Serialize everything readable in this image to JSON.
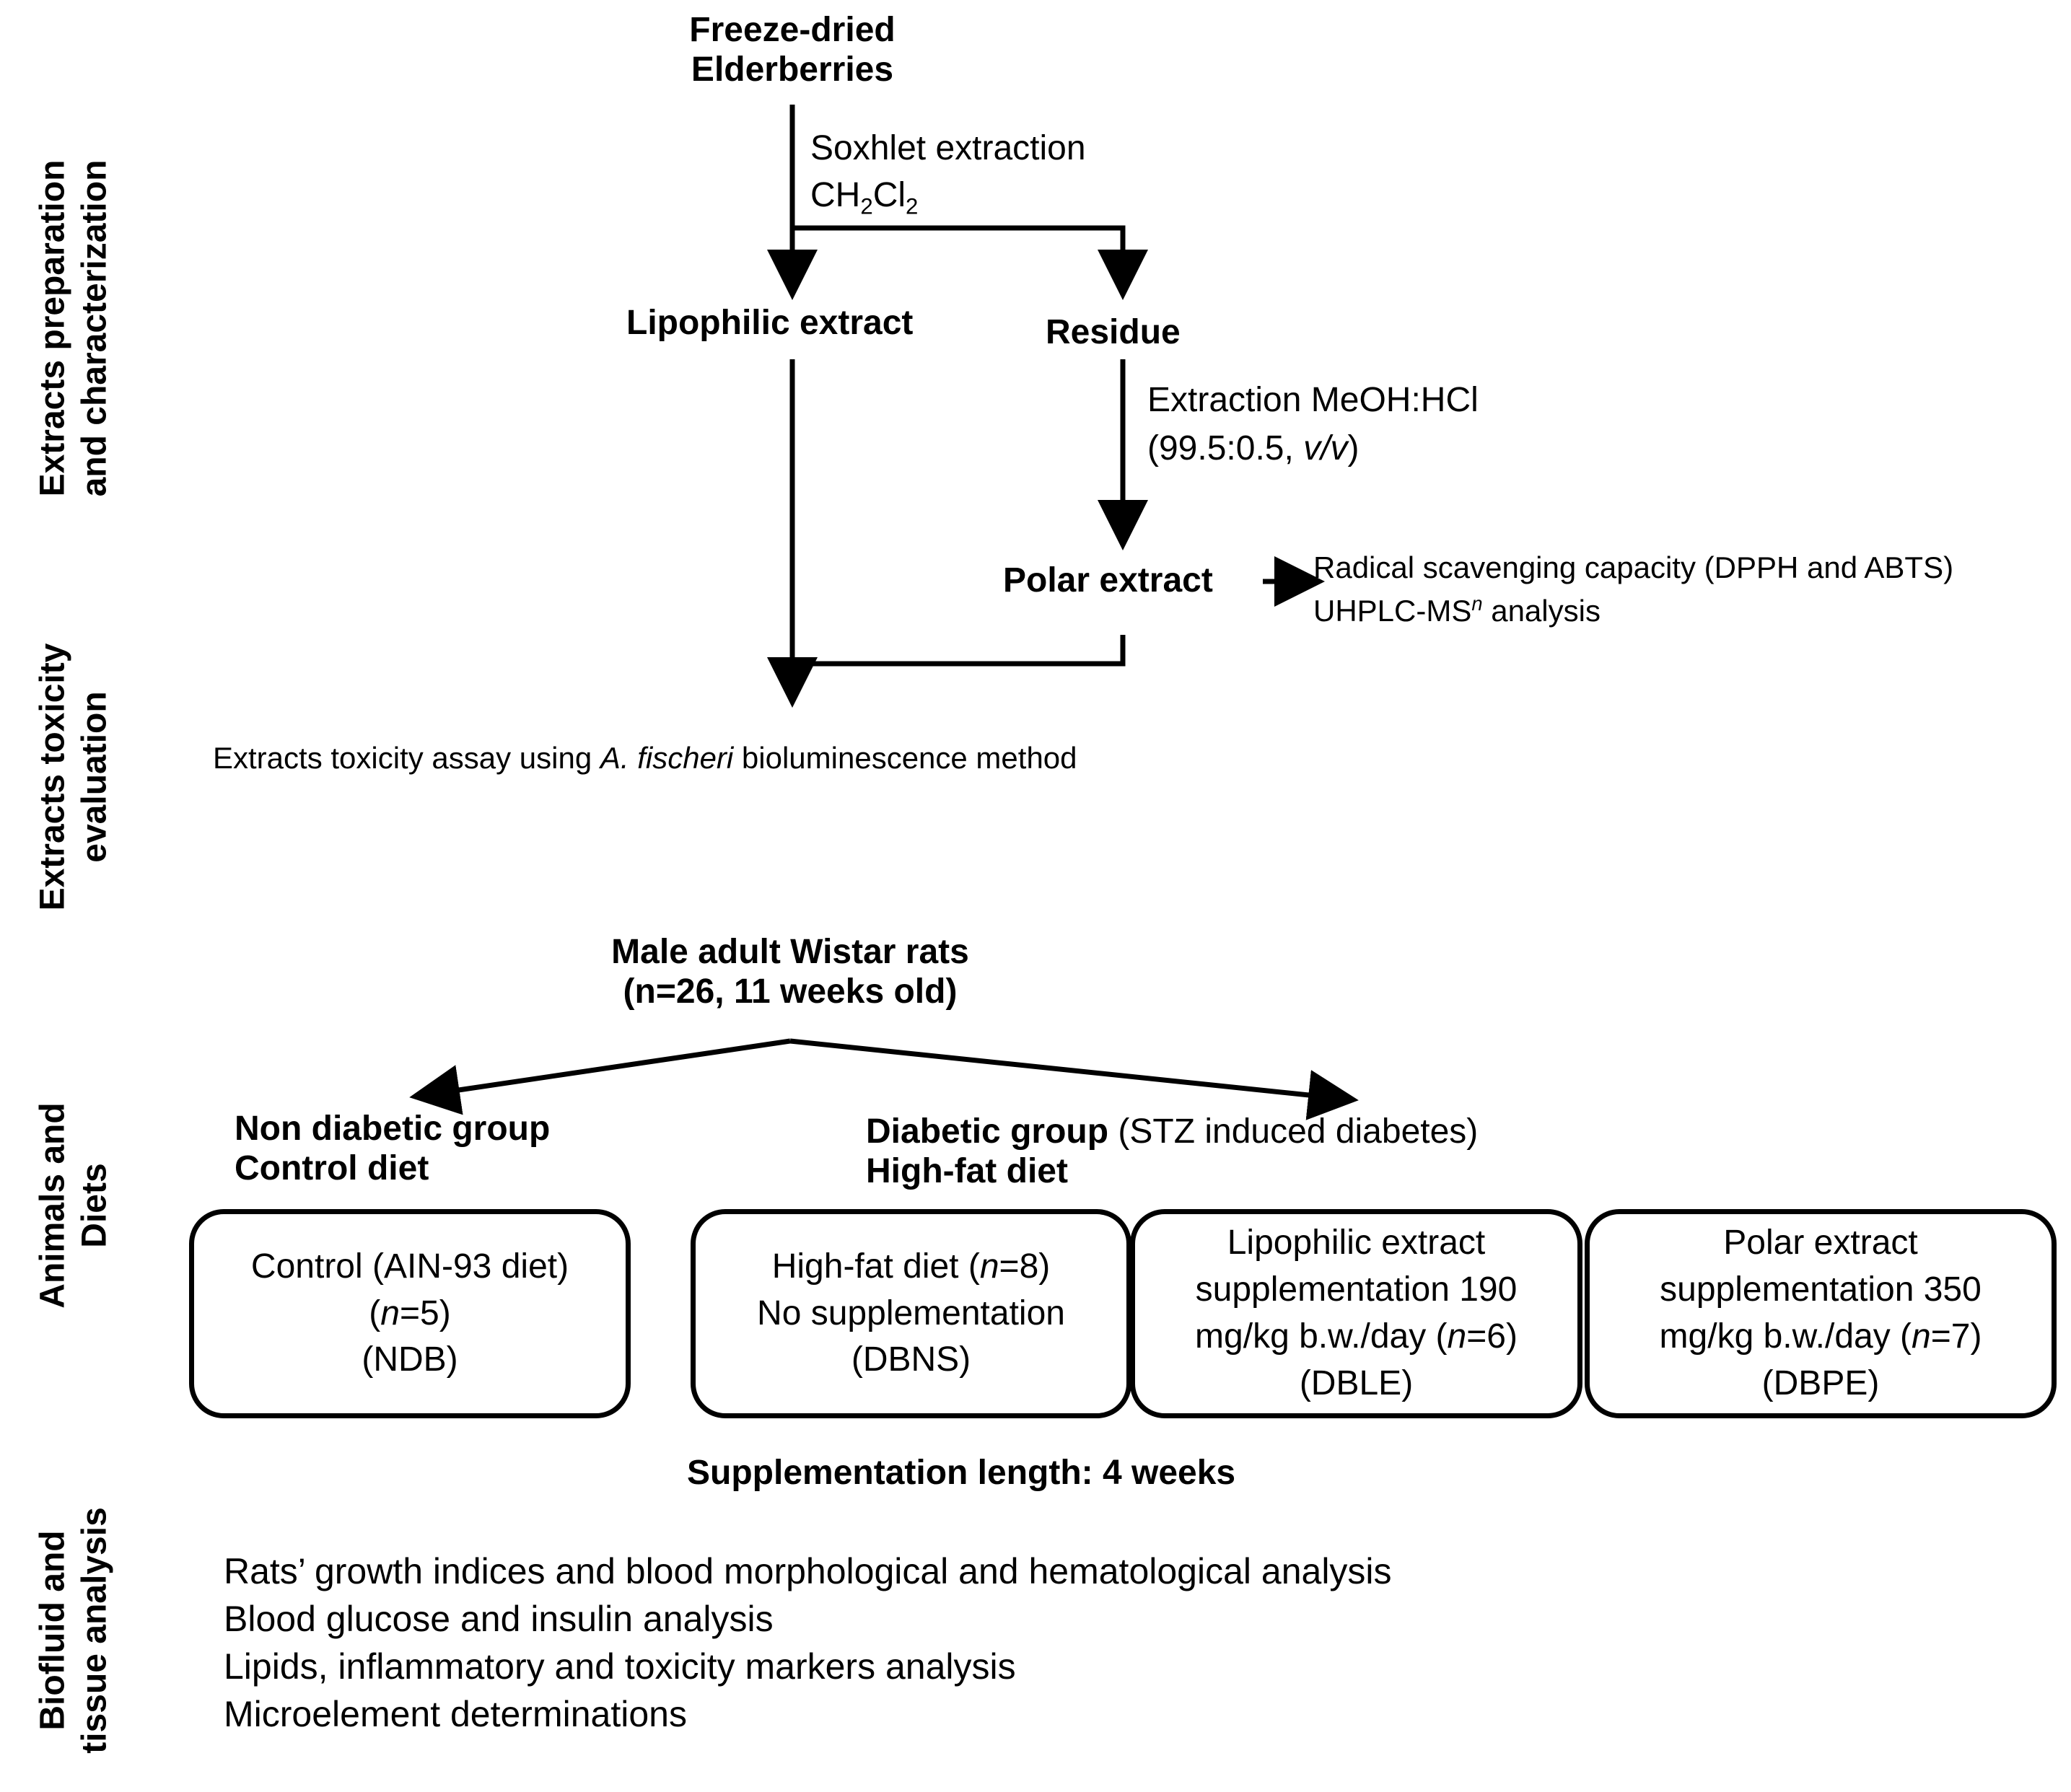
{
  "sections": [
    {
      "lines": [
        "Extracts preparation",
        "and characterization"
      ]
    },
    {
      "lines": [
        "Extracts toxicity",
        "evaluation"
      ]
    },
    {
      "lines": [
        "Animals and",
        "Diets"
      ]
    },
    {
      "lines": [
        "Biofluid and",
        "tissue analysis"
      ]
    }
  ],
  "extraction": {
    "source": [
      "Freeze-dried",
      "Elderberries"
    ],
    "step1_method": "Soxhlet extraction",
    "step1_solvent": {
      "base": "CH",
      "sub1": "2",
      "mid": "Cl",
      "sub2": "2"
    },
    "lipophilic": "Lipophilic extract",
    "residue": "Residue",
    "step2_method": "Extraction MeOH:HCl",
    "step2_ratio": {
      "pre": "(99.5:0.5, ",
      "italic": "v/v",
      "post": ")"
    },
    "polar": "Polar extract",
    "polar_analysis_1": "Radical scavenging capacity (DPPH and ABTS)",
    "polar_analysis_2": {
      "pre": "UHPLC-MS",
      "sup": "n",
      "post": " analysis"
    },
    "toxicity": {
      "pre": "Extracts toxicity assay using ",
      "italic": "A. fischeri",
      "post": " bioluminescence method"
    }
  },
  "animals": {
    "title": [
      "Male adult Wistar rats",
      "(n=26, 11 weeks old)"
    ],
    "non_diabetic": [
      "Non diabetic group",
      "Control diet"
    ],
    "diabetic_bold": "Diabetic group",
    "diabetic_note": " (STZ induced diabetes)",
    "diabetic_diet": "High-fat diet"
  },
  "groups": [
    {
      "l1": "Control (AIN-93 diet)",
      "l2a": "(",
      "l2n": "n",
      "l2b": "=5)",
      "l3": "(NDB)"
    },
    {
      "l1a": "High-fat diet (",
      "l1n": "n",
      "l1b": "=8)",
      "l2": "No supplementation",
      "l3": "(DBNS)"
    },
    {
      "l1": "Lipophilic extract",
      "l2": "supplementation 190",
      "l3a": "mg/kg b.w./day (",
      "l3n": "n",
      "l3b": "=6)",
      "l4": "(DBLE)"
    },
    {
      "l1": "Polar extract",
      "l2": "supplementation 350",
      "l3a": "mg/kg b.w./day (",
      "l3n": "n",
      "l3b": "=7)",
      "l4": "(DBPE)"
    }
  ],
  "supplementation_length": "Supplementation length: 4 weeks",
  "analyses": [
    "Rats’ growth indices and blood morphological and hematological analysis",
    "Blood glucose and insulin analysis",
    "Lipids, inflammatory and toxicity markers analysis",
    "Microelement determinations"
  ]
}
